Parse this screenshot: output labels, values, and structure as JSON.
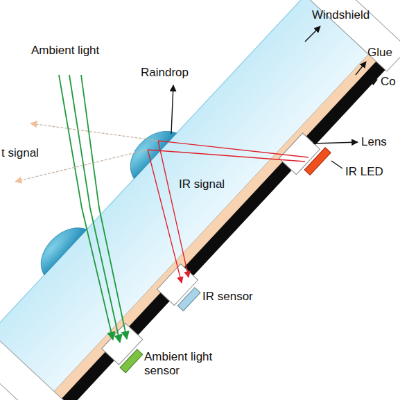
{
  "diagram": {
    "labels": [
      "Windshield",
      "Glue",
      "Co",
      "Ambient light",
      "Raindrop",
      "Lens",
      "t signal",
      "IR LED",
      "IR signal",
      "IR sensor",
      "Ambient light sensor"
    ]
  }
}
